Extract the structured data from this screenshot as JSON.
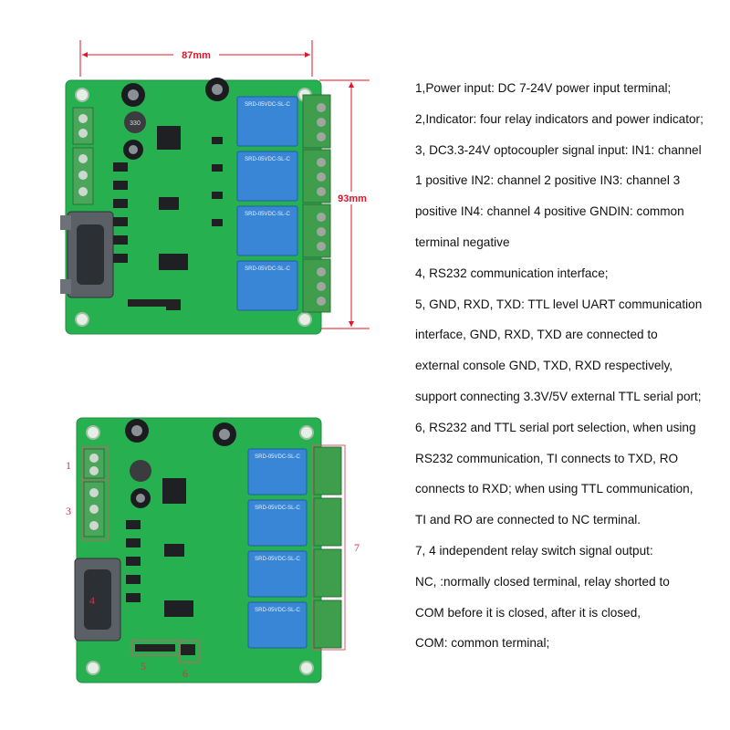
{
  "dimensions": {
    "width": "87mm",
    "height": "93mm"
  },
  "relay_label": "SRD-05VDC-SL-C",
  "inductor_label": "330",
  "callouts": [
    "1",
    "3",
    "4",
    "5",
    "6",
    "7"
  ],
  "description_lines": [
    "1,Power input: DC 7-24V power input terminal;",
    "2,Indicator: four relay indicators and power indicator;",
    "3, DC3.3-24V optocoupler signal input: IN1: channel",
    "1 positive IN2: channel 2 positive IN3: channel 3",
    "positive IN4: channel 4 positive GNDIN: common",
    "terminal negative",
    "4, RS232 communication interface;",
    "5, GND, RXD, TXD: TTL level UART communication",
    " interface, GND, RXD, TXD are connected to",
    " external console GND, TXD, RXD respectively,",
    "support connecting 3.3V/5V external TTL serial port;",
    "6, RS232 and TTL serial port selection, when using",
    "RS232 communication, TI connects to TXD, RO",
    "connects to RXD; when using TTL communication,",
    "TI and RO are connected to NC terminal.",
    "7, 4 independent relay switch signal output:",
    "NC, :normally closed terminal, relay shorted to",
    "COM before it is closed, after it is closed,",
    "COM: common terminal;"
  ],
  "colors": {
    "pcb": "#27b050",
    "relay": "#3a86d6",
    "terminal": "#3f9e4b",
    "annotation": "#e0162b"
  }
}
